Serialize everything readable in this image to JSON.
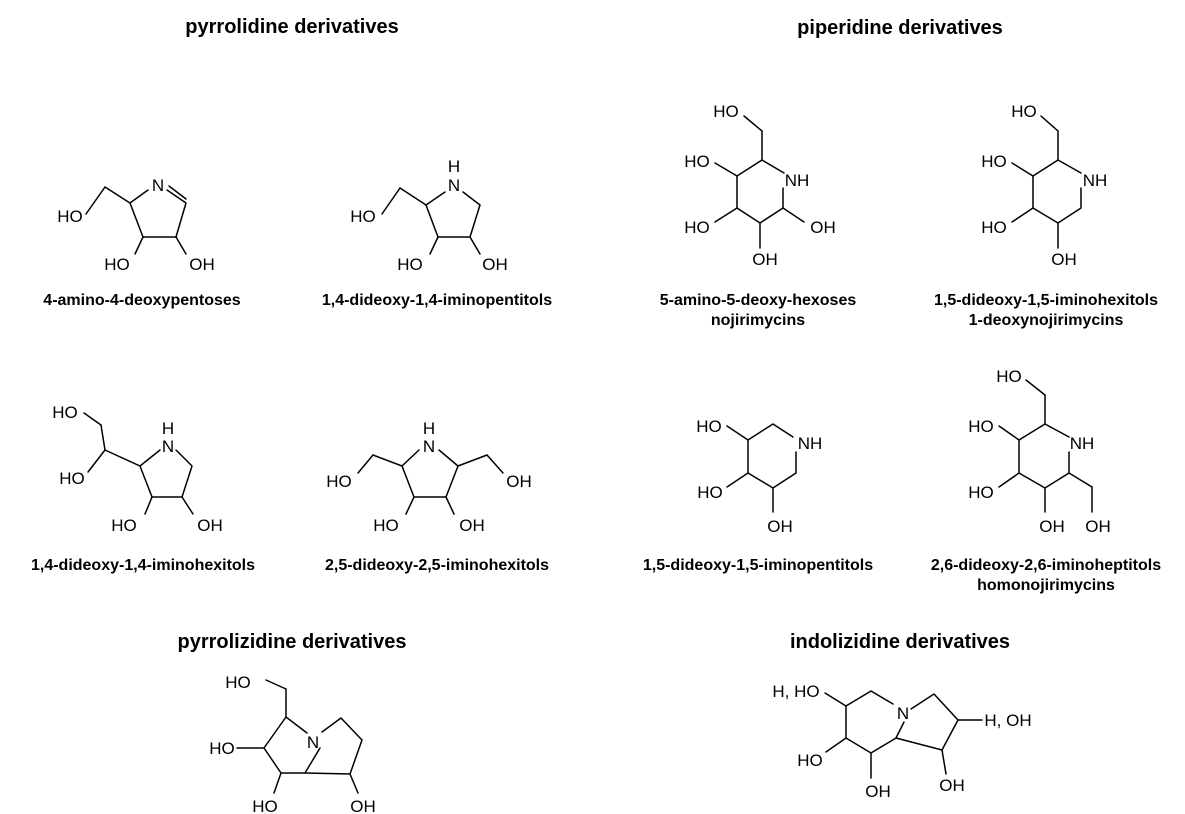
{
  "headings": {
    "pyrrolidine": "pyrrolidine derivatives",
    "piperidine": "piperidine derivatives",
    "pyrrolizidine": "pyrrolizidine derivatives",
    "indolizidine": "indolizidine derivatives"
  },
  "captions": {
    "c1": "4-amino-4-deoxypentoses",
    "c2": "1,4-dideoxy-1,4-iminopentitols",
    "c3a": "5-amino-5-deoxy-hexoses",
    "c3b": "nojirimycins",
    "c4a": "1,5-dideoxy-1,5-iminohexitols",
    "c4b": "1-deoxynojirimycins",
    "c5": "1,4-dideoxy-1,4-iminohexitols",
    "c6": "2,5-dideoxy-2,5-iminohexitols",
    "c7": "1,5-dideoxy-1,5-iminopentitols",
    "c8a": "2,6-dideoxy-2,6-iminoheptitols",
    "c8b": "homonojirimycins"
  },
  "atoms": {
    "N": "N",
    "H": "H",
    "NH": "NH",
    "HO": "HO",
    "OH": "OH",
    "H_HO": "H, HO",
    "H_OH": "H, OH"
  }
}
